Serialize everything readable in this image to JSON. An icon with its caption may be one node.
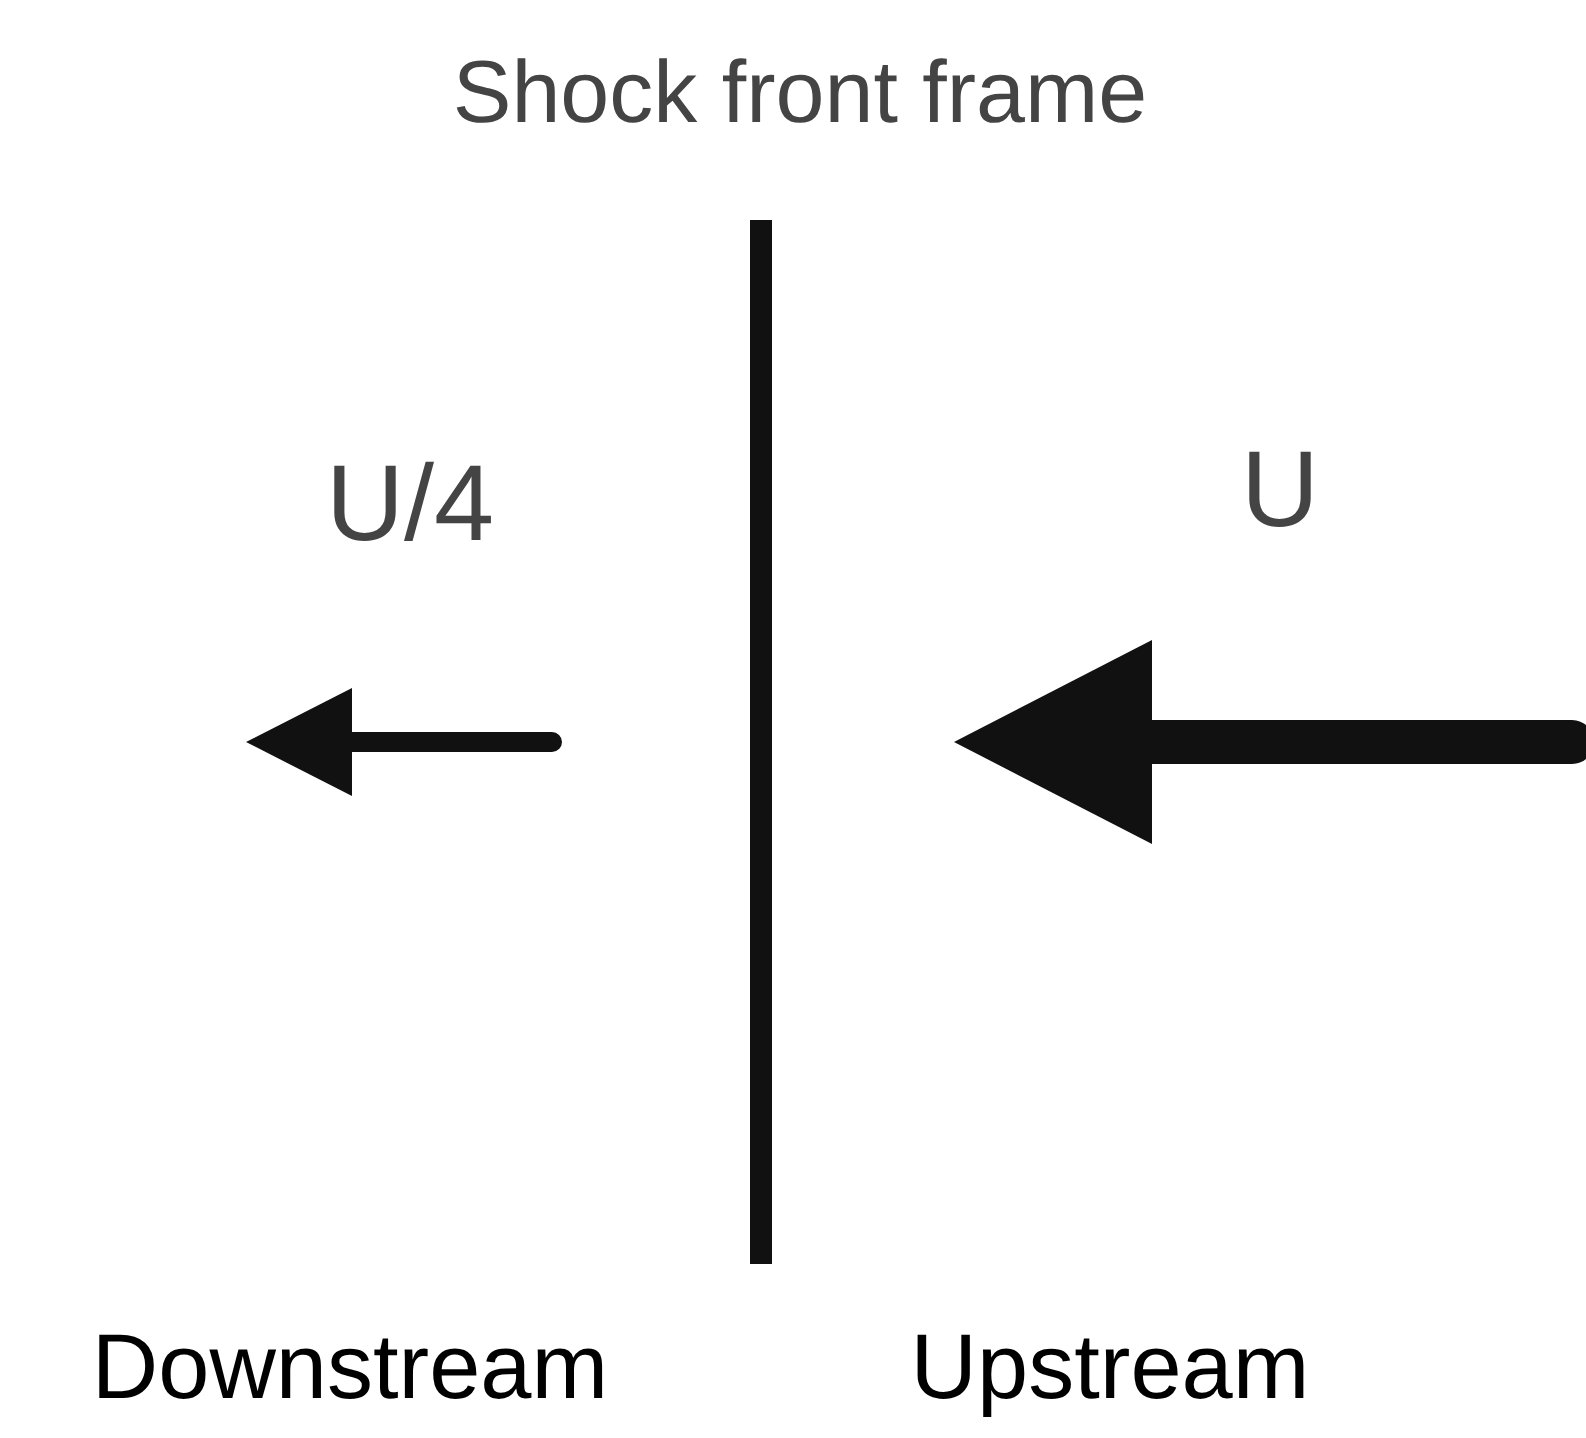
{
  "diagram": {
    "title": "Shock front frame",
    "labels": [
      "U/4",
      "U",
      "Downstream",
      "Upstream"
    ]
  }
}
